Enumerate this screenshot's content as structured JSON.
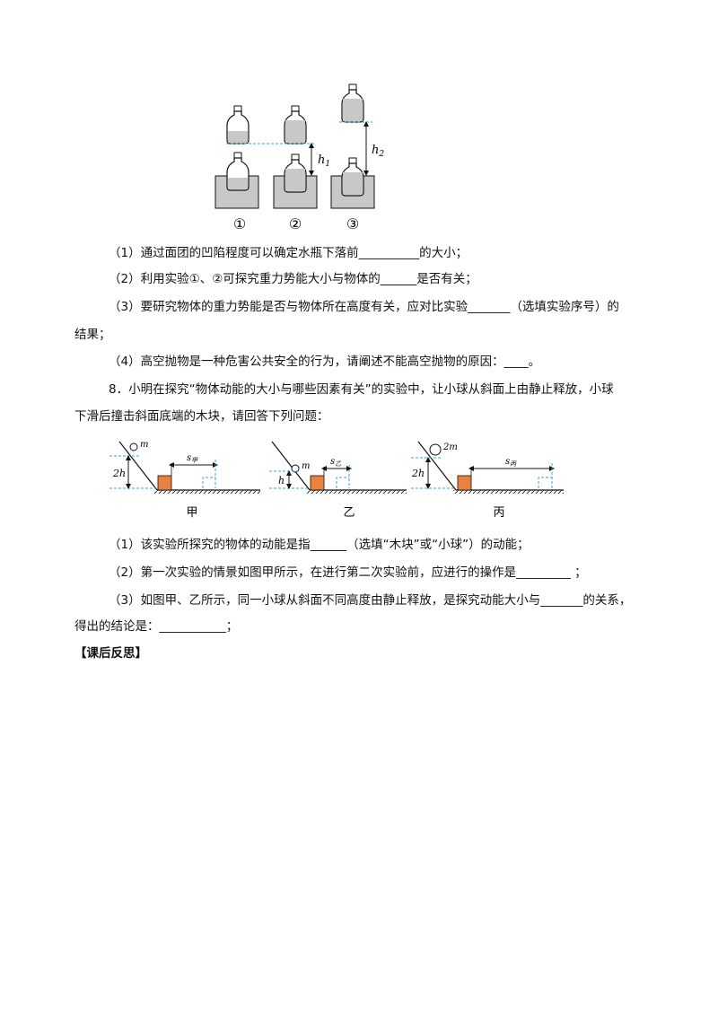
{
  "figure1": {
    "h1": "h",
    "h1_sub": "1",
    "h2": "h",
    "h2_sub": "2",
    "labels": [
      "①",
      "②",
      "③"
    ]
  },
  "q7": {
    "s1": "（1）通过面团的凹陷程度可以确定水瓶下落前__________的大小；",
    "s2": "（2）利用实验①、②可探究重力势能大小与物体的______是否有关；",
    "s3a": "（3）要研究物体的重力势能是否与物体所在高度有关，应对比实验_______（选填实验序号）的",
    "s3b": "结果；",
    "s4": "（4）高空抛物是一种危害公共安全的行为，请阐述不能高空抛物的原因：____。"
  },
  "q8": {
    "intro_a": "8．小明在探究“物体动能的大小与哪些因素有关”的实验中，让小球从斜面上由静止释放，小球",
    "intro_b": "下滑后撞击斜面底端的木块，请回答下列问题：",
    "s1": "（1）该实验所探究的物体的动能是指______（选填“木块”或“小球”）的动能；",
    "s2": "（2）第一次实验的情景如图甲所示，在进行第二次实验前，应进行的操作是_________ ；",
    "s3a": "（3）如图甲、乙所示，同一小球从斜面不同高度由静止释放，是探究动能大小与_______的关系，",
    "s3b": "得出的结论是：___________；"
  },
  "figure2": {
    "jia": {
      "h": "2h",
      "m": "m",
      "s": "s",
      "s_sub": "甲",
      "caption": "甲"
    },
    "yi": {
      "h": "h",
      "m": "m",
      "s": "s",
      "s_sub": "乙",
      "caption": "乙"
    },
    "bing": {
      "h": "2h",
      "m": "2m",
      "s": "s",
      "s_sub": "丙",
      "caption": "丙"
    }
  },
  "reflection": "【课后反思】",
  "colors": {
    "block": "#E8823C",
    "dash": "#3AA0D8",
    "dent": "#C8C8C8"
  }
}
